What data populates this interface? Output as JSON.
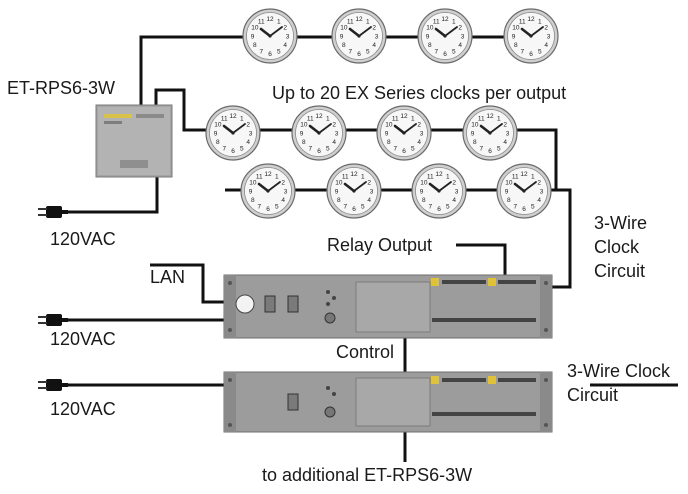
{
  "labels": {
    "power_supply": "ET-RPS6-3W",
    "clocks_per_output": "Up to 20 EX Series clocks per output",
    "vac_top": "120VAC",
    "vac_mid": "120VAC",
    "vac_bottom": "120VAC",
    "relay_output": "Relay Output",
    "three_wire_1": "3-Wire",
    "three_wire_2": "Clock",
    "three_wire_3": "Circuit",
    "lan": "LAN",
    "control": "Control",
    "three_wire_clock_2a": "3-Wire Clock",
    "three_wire_clock_2b": "Circuit",
    "additional": "to additional ET-RPS6-3W"
  },
  "clock_face": {
    "numerals": [
      "12",
      "1",
      "2",
      "3",
      "4",
      "5",
      "6",
      "7",
      "8",
      "9",
      "10",
      "11"
    ]
  },
  "colors": {
    "wire": "#111111",
    "panel": "#9a9a9a",
    "clock_rim": "#d8d8d8",
    "terminal_yellow": "#e0c23a"
  }
}
